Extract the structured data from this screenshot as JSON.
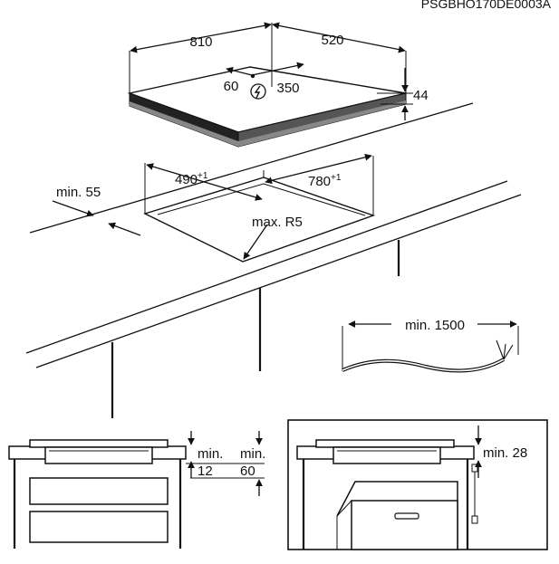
{
  "reference_code": "PSGBHO170DE0003A",
  "hob": {
    "width": "810",
    "depth": "520",
    "height": "44",
    "cable_offset_left": "60",
    "cable_offset_right": "350",
    "power_symbol": "power-plug-icon"
  },
  "cutout": {
    "left_min": "min. 55",
    "depth": "490",
    "depth_tol": "+1",
    "width": "780",
    "width_tol": "+1",
    "corner_radius": "max. R5"
  },
  "cable": {
    "min_length": "min. 1500"
  },
  "section_left": {
    "top_gap_label": "min.",
    "top_gap_value": "12",
    "depth_label": "min.",
    "depth_value": "60"
  },
  "section_right": {
    "clearance": "min. 28"
  }
}
